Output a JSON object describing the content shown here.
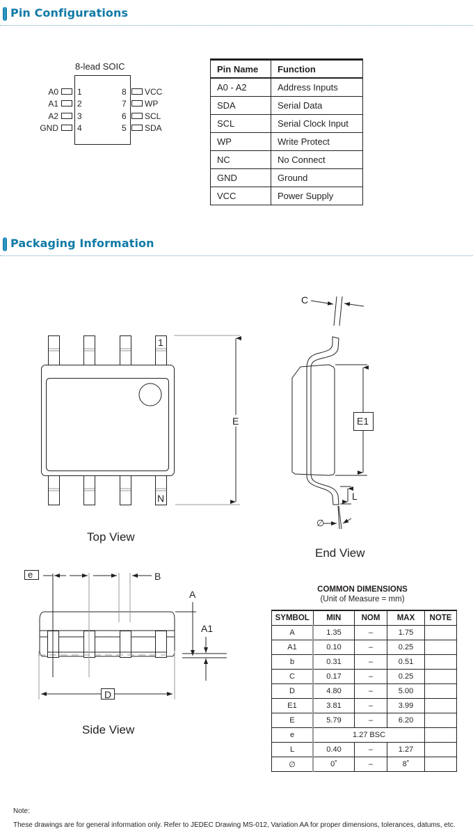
{
  "sections": {
    "pin_config": {
      "title": "Pin Configurations"
    },
    "packaging": {
      "title": "Packaging Information"
    }
  },
  "pinout": {
    "package_label": "8-lead SOIC",
    "left_pins": [
      {
        "name": "A0",
        "num": "1"
      },
      {
        "name": "A1",
        "num": "2"
      },
      {
        "name": "A2",
        "num": "3"
      },
      {
        "name": "GND",
        "num": "4"
      }
    ],
    "right_pins": [
      {
        "name": "VCC",
        "num": "8"
      },
      {
        "name": "WP",
        "num": "7"
      },
      {
        "name": "SCL",
        "num": "6"
      },
      {
        "name": "SDA",
        "num": "5"
      }
    ]
  },
  "pin_table": {
    "headers": [
      "Pin Name",
      "Function"
    ],
    "rows": [
      [
        "A0 - A2",
        "Address Inputs"
      ],
      [
        "SDA",
        "Serial Data"
      ],
      [
        "SCL",
        "Serial Clock Input"
      ],
      [
        "WP",
        "Write Protect"
      ],
      [
        "NC",
        "No Connect"
      ],
      [
        "GND",
        "Ground"
      ],
      [
        "VCC",
        "Power Supply"
      ]
    ]
  },
  "drawings": {
    "top_view": {
      "caption": "Top View",
      "pin1_label": "1",
      "pinN_label": "N",
      "dim_label": "E"
    },
    "end_view": {
      "caption": "End View",
      "labels": {
        "c": "C",
        "e1": "E1",
        "l": "L",
        "angle": "∅"
      }
    },
    "side_view": {
      "caption": "Side View",
      "labels": {
        "e": "e",
        "b": "B",
        "a": "A",
        "a1": "A1",
        "d": "D"
      }
    }
  },
  "dimensions": {
    "title": "COMMON DIMENSIONS",
    "subtitle": "(Unit of Measure = mm)",
    "headers": [
      "SYMBOL",
      "MIN",
      "NOM",
      "MAX",
      "NOTE"
    ],
    "rows": [
      {
        "symbol": "A",
        "min": "1.35",
        "nom": "–",
        "max": "1.75",
        "note": ""
      },
      {
        "symbol": "A1",
        "min": "0.10",
        "nom": "–",
        "max": "0.25",
        "note": ""
      },
      {
        "symbol": "b",
        "min": "0.31",
        "nom": "–",
        "max": "0.51",
        "note": ""
      },
      {
        "symbol": "C",
        "min": "0.17",
        "nom": "–",
        "max": "0.25",
        "note": ""
      },
      {
        "symbol": "D",
        "min": "4.80",
        "nom": "–",
        "max": "5.00",
        "note": ""
      },
      {
        "symbol": "E1",
        "min": "3.81",
        "nom": "–",
        "max": "3.99",
        "note": ""
      },
      {
        "symbol": "E",
        "min": "5.79",
        "nom": "–",
        "max": "6.20",
        "note": ""
      },
      {
        "symbol": "e",
        "span": "1.27 BSC",
        "note": ""
      },
      {
        "symbol": "L",
        "min": "0.40",
        "nom": "–",
        "max": "1.27",
        "note": ""
      },
      {
        "symbol": "∅",
        "min": "0˚",
        "nom": "–",
        "max": "8˚",
        "note": ""
      }
    ]
  },
  "note": {
    "heading": "Note:",
    "text": "These drawings are for general information only. Refer to JEDEC Drawing MS-012, Variation AA for proper dimensions, tolerances, datums, etc."
  }
}
